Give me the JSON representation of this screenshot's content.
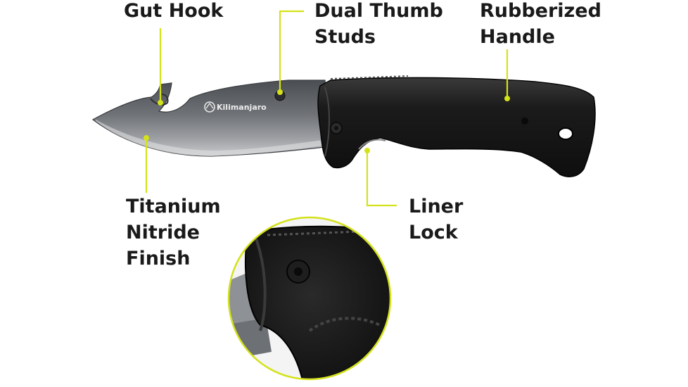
{
  "callouts": {
    "gut_hook": {
      "lines": [
        "Gut Hook"
      ]
    },
    "thumb_studs": {
      "lines": [
        "Dual Thumb",
        "Studs"
      ]
    },
    "handle": {
      "lines": [
        "Rubberized",
        "Handle"
      ]
    },
    "finish": {
      "lines": [
        "Titanium",
        "Nitride",
        "Finish"
      ]
    },
    "liner_lock": {
      "lines": [
        "Liner",
        "Lock"
      ]
    }
  },
  "brand": {
    "blade_logo_text": "Kilimanjaro"
  },
  "colors": {
    "accent": "#d4e21a",
    "label_text": "#1a1a1a",
    "blade": "#6f7276",
    "handle": "#1c1c1c"
  }
}
